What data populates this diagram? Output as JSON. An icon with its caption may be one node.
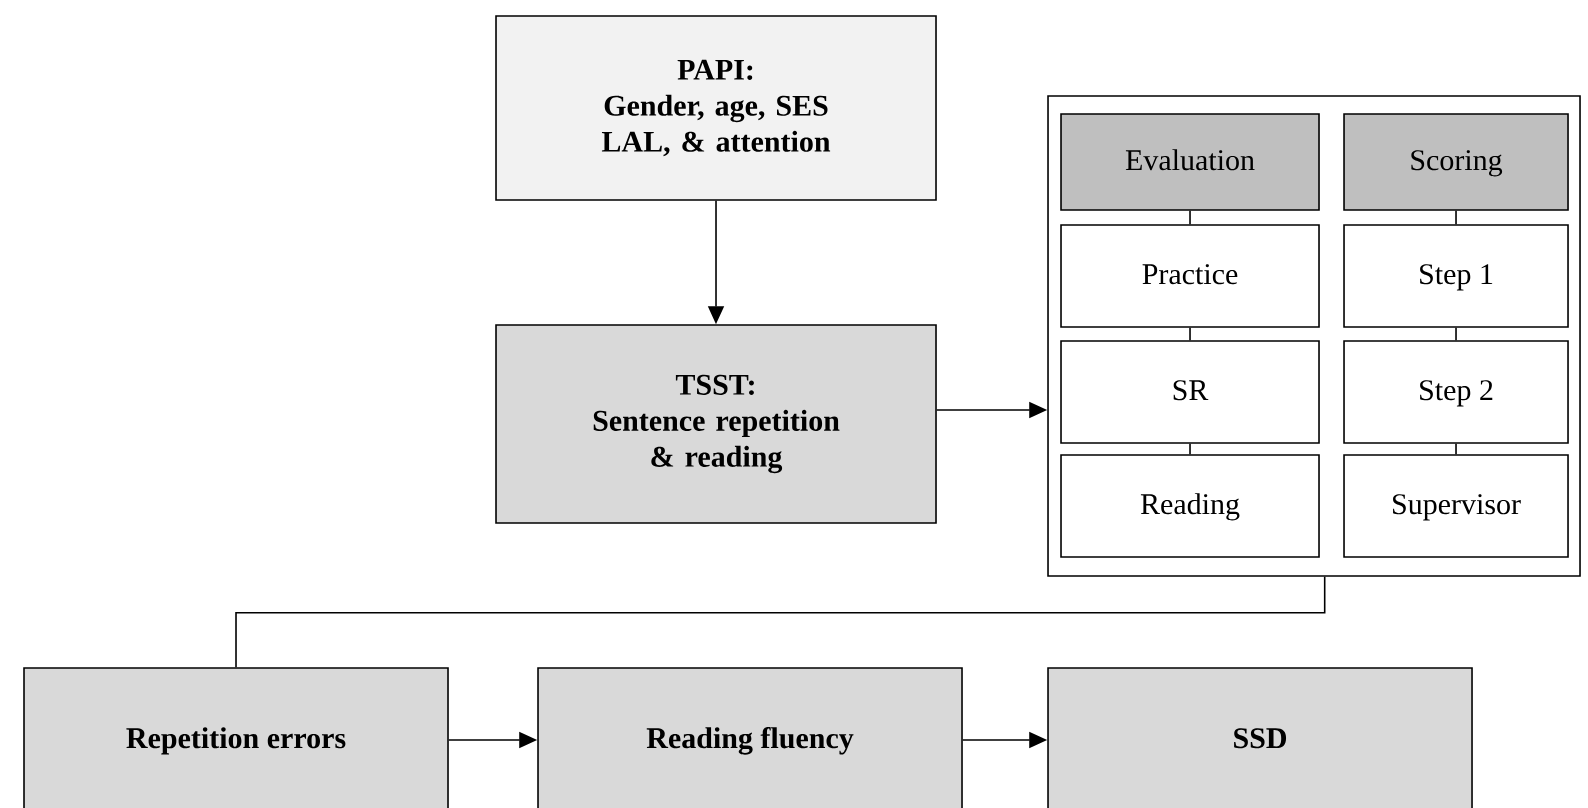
{
  "diagram": {
    "nodes": [
      {
        "text": [
          "PAPI:",
          "Gender, age, SES LAL, & attention"
        ]
      },
      {
        "text": [
          "TSST:",
          "Sentence repetition & reading"
        ]
      },
      {
        "text": [],
        "shape": "box"
      },
      {
        "text": [
          "Evaluation"
        ],
        "in": 2
      },
      {
        "text": [
          "Scoring"
        ],
        "in": 2
      },
      {
        "text": [
          "Practice"
        ],
        "in": 2
      },
      {
        "text": [
          "Step 1"
        ],
        "in": 2
      },
      {
        "text": [
          "SR"
        ],
        "in": 2
      },
      {
        "text": [
          "Step 2"
        ],
        "in": 2
      },
      {
        "text": [
          "Reading"
        ],
        "in": 2
      },
      {
        "text": [
          "Supervisor"
        ],
        "in": 2
      },
      {
        "text": [
          "Repetition errors"
        ]
      },
      {
        "text": [
          "Reading fluency"
        ]
      },
      {
        "text": [
          "SSD"
        ]
      }
    ],
    "edges": [
      {
        "from": 0,
        "to": 1,
        "arrow": "to"
      },
      {
        "from": 1,
        "to": 2,
        "arrow": "to"
      },
      {
        "from": 3,
        "to": 5,
        "arrow": "none"
      },
      {
        "from": 5,
        "to": 7,
        "arrow": "none"
      },
      {
        "from": 7,
        "to": 9,
        "arrow": "none"
      },
      {
        "from": 4,
        "to": 6,
        "arrow": "none"
      },
      {
        "from": 6,
        "to": 8,
        "arrow": "none"
      },
      {
        "from": 8,
        "to": 10,
        "arrow": "none"
      },
      {
        "from": 2,
        "to": 11,
        "arrow": "none"
      },
      {
        "from": 11,
        "to": 12,
        "arrow": "to"
      },
      {
        "from": 12,
        "to": 13,
        "arrow": "to"
      }
    ]
  }
}
